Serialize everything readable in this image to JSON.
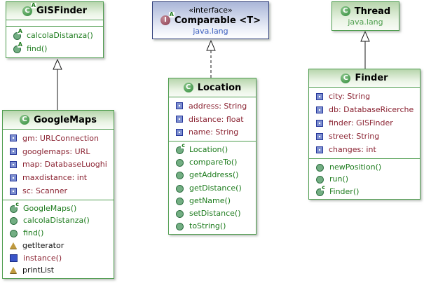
{
  "colors": {
    "class_border": "#4f9d4f",
    "class_header_gradient_top": "#b7d5ac",
    "interface_border": "#33427c",
    "interface_header_gradient_top": "#aab6d8",
    "field_text": "#8b2433",
    "public_method_text": "#1e7c1e",
    "package_method_text": "#111111",
    "static_method_text": "#8b2433",
    "interface_package_text": "#3c5fbf",
    "class_package_text": "#4f9e4f"
  },
  "icons": {
    "class_letter": "C",
    "interface_letter": "I",
    "abstract_badge": "A",
    "constructor_badge": "c"
  },
  "classes": [
    {
      "name": "GISFinder",
      "kind": "abstract class",
      "fields": [],
      "methods": [
        {
          "label": "calcolaDistanza()",
          "icon": "abstract-method-icon"
        },
        {
          "label": "find()",
          "icon": "abstract-method-icon"
        }
      ]
    },
    {
      "stereotype": "«interface»",
      "name": "Comparable <T>",
      "package": "java.lang",
      "kind": "interface"
    },
    {
      "name": "Thread",
      "package": "java.lang",
      "kind": "class"
    },
    {
      "name": "GoogleMaps",
      "kind": "class",
      "fields": [
        "gm: URLConnection",
        "googlemaps: URL",
        "map: DatabaseLuoghi",
        "maxdistance: int",
        "sc: Scanner"
      ],
      "methods": [
        {
          "label": "GoogleMaps()",
          "icon": "constructor-icon"
        },
        {
          "label": "calcolaDistanza()",
          "icon": "public-method-icon"
        },
        {
          "label": "find()",
          "icon": "public-method-icon"
        },
        {
          "label": "getIterator",
          "icon": "package-method-icon"
        },
        {
          "label": "instance()",
          "icon": "static-method-icon"
        },
        {
          "label": "printList",
          "icon": "package-method-icon"
        }
      ]
    },
    {
      "name": "Location",
      "kind": "class",
      "fields": [
        "address: String",
        "distance: float",
        "name: String"
      ],
      "methods": [
        {
          "label": "Location()",
          "icon": "constructor-icon"
        },
        {
          "label": "compareTo()",
          "icon": "public-method-icon"
        },
        {
          "label": "getAddress()",
          "icon": "public-method-icon"
        },
        {
          "label": "getDistance()",
          "icon": "public-method-icon"
        },
        {
          "label": "getName()",
          "icon": "public-method-icon"
        },
        {
          "label": "setDistance()",
          "icon": "public-method-icon"
        },
        {
          "label": "toString()",
          "icon": "public-method-icon"
        }
      ]
    },
    {
      "name": "Finder",
      "kind": "class",
      "fields": [
        "city: String",
        "db: DatabaseRicerche",
        "finder: GISFinder",
        "street: String",
        "changes: int"
      ],
      "methods": [
        {
          "label": "newPosition()",
          "icon": "public-method-icon"
        },
        {
          "label": "run()",
          "icon": "public-method-icon"
        },
        {
          "label": "Finder()",
          "icon": "constructor-icon"
        }
      ]
    }
  ],
  "relations": [
    {
      "type": "generalization",
      "from": "GoogleMaps",
      "to": "GISFinder",
      "line": "solid"
    },
    {
      "type": "realization",
      "from": "Location",
      "to": "Comparable <T>",
      "line": "dashed"
    },
    {
      "type": "generalization",
      "from": "Finder",
      "to": "Thread",
      "line": "solid"
    }
  ]
}
